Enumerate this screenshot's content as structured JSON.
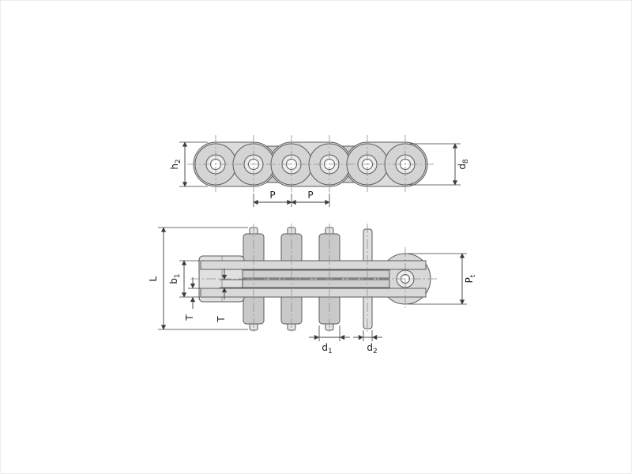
{
  "figure": {
    "description": "Roller chain dimension drawing, side view above and plan view below",
    "colors": {
      "line": "#3c3c3c",
      "centerline": "#8f8f8f",
      "metal_light": "#dcdcdc",
      "metal_mid": "#cfcfcf",
      "metal_dark": "#c9c9c9",
      "background": "#ffffff"
    }
  },
  "labels": {
    "h2": {
      "base": "h",
      "sub": "2"
    },
    "d8": {
      "base": "d",
      "sub": "8"
    },
    "p_left": {
      "base": "P",
      "sub": ""
    },
    "p_right": {
      "base": "P",
      "sub": ""
    },
    "L": {
      "base": "L",
      "sub": ""
    },
    "b1": {
      "base": "b",
      "sub": "1"
    },
    "t_outer": {
      "base": "T",
      "sub": ""
    },
    "t_inner": {
      "base": "T",
      "sub": ""
    },
    "d1": {
      "base": "d",
      "sub": "1"
    },
    "d2": {
      "base": "d",
      "sub": "2"
    },
    "pt": {
      "base": "P",
      "sub": "t"
    }
  }
}
